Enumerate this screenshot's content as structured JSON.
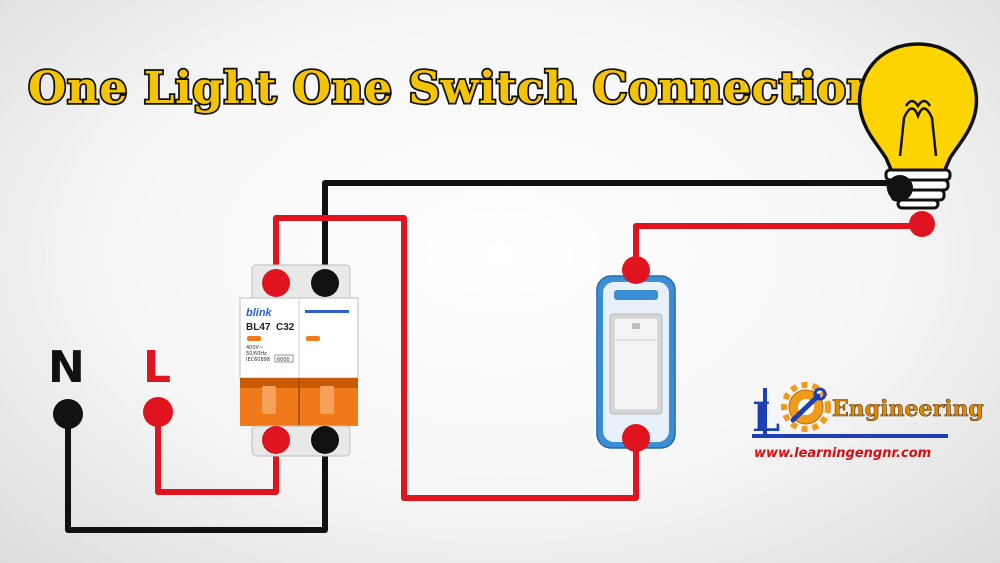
{
  "title": "One Light One Switch Connection",
  "terminals": {
    "neutral": "N",
    "live": "L"
  },
  "breaker": {
    "brand": "blink",
    "model": "BL47",
    "rating": "C32",
    "spec_line1": "400V~",
    "spec_line2": "50/60Hz",
    "spec_line3": "IEC60898",
    "capacity": "6000"
  },
  "logo": {
    "name": "Engineering",
    "letter": "L",
    "url": "www.learningengnr.com"
  },
  "colors": {
    "live_wire": "#e0141e",
    "neutral_wire": "#111111",
    "title_fill": "#f5c400",
    "breaker_handle": "#f07a1a",
    "switch_blue": "#3a8fd6",
    "bulb_yellow": "#ffd400"
  },
  "icons": [
    "light-bulb-icon",
    "circuit-breaker-icon",
    "wall-switch-icon",
    "gear-icon",
    "wrench-icon"
  ]
}
